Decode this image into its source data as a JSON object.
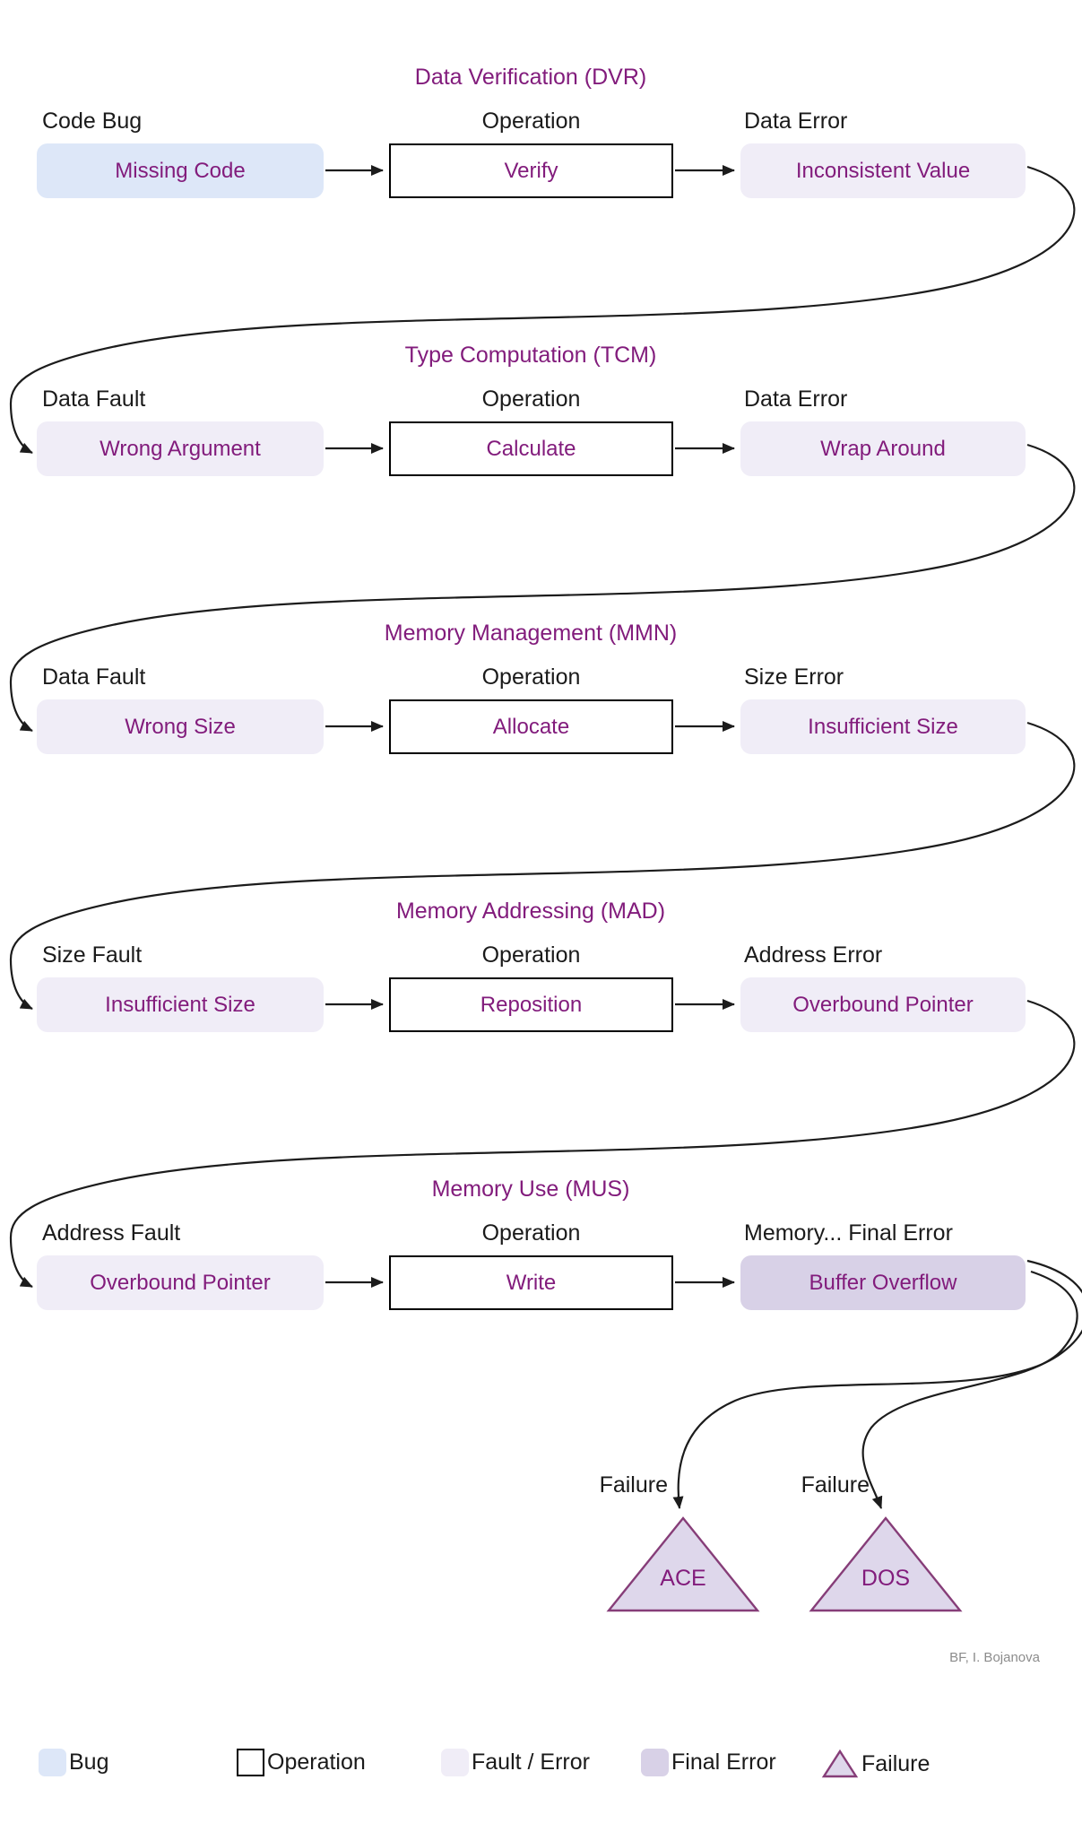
{
  "colors": {
    "purple_text": "#821c7c",
    "bug_fill": "#dde7f8",
    "fault_fill": "#f0edf7",
    "final_error_fill": "#d8d1e7",
    "failure_fill": "#ded7eb",
    "failure_stroke": "#863d78",
    "line_color": "#1c1c1c",
    "label_color": "#1a1a1a",
    "attribution_color": "#8c8c8c"
  },
  "stages": [
    {
      "title": "Data Verification (DVR)",
      "input_label": "Code Bug",
      "input": "Missing Code",
      "operation_label": "Operation",
      "operation": "Verify",
      "output_label": "Data Error",
      "output": "Inconsistent Value"
    },
    {
      "title": "Type Computation (TCM)",
      "input_label": "Data Fault",
      "input": "Wrong Argument",
      "operation_label": "Operation",
      "operation": "Calculate",
      "output_label": "Data Error",
      "output": "Wrap Around"
    },
    {
      "title": "Memory Management (MMN)",
      "input_label": "Data Fault",
      "input": "Wrong Size",
      "operation_label": "Operation",
      "operation": "Allocate",
      "output_label": "Size Error",
      "output": "Insufficient Size"
    },
    {
      "title": "Memory Addressing (MAD)",
      "input_label": "Size Fault",
      "input": "Insufficient Size",
      "operation_label": "Operation",
      "operation": "Reposition",
      "output_label": "Address Error",
      "output": "Overbound Pointer"
    },
    {
      "title": "Memory Use (MUS)",
      "input_label": "Address Fault",
      "input": "Overbound Pointer",
      "operation_label": "Operation",
      "operation": "Write",
      "output_label": "Memory... Final Error",
      "output": "Buffer Overflow"
    }
  ],
  "failure_section": {
    "failures": [
      {
        "label": "Failure",
        "name": "ACE"
      },
      {
        "label": "Failure",
        "name": "DOS"
      }
    ]
  },
  "attribution": "BF, I. Bojanova",
  "legend": {
    "items": [
      {
        "label": "Bug"
      },
      {
        "label": "Operation"
      },
      {
        "label": "Fault / Error"
      },
      {
        "label": "Final Error"
      },
      {
        "label": "Failure"
      }
    ]
  }
}
